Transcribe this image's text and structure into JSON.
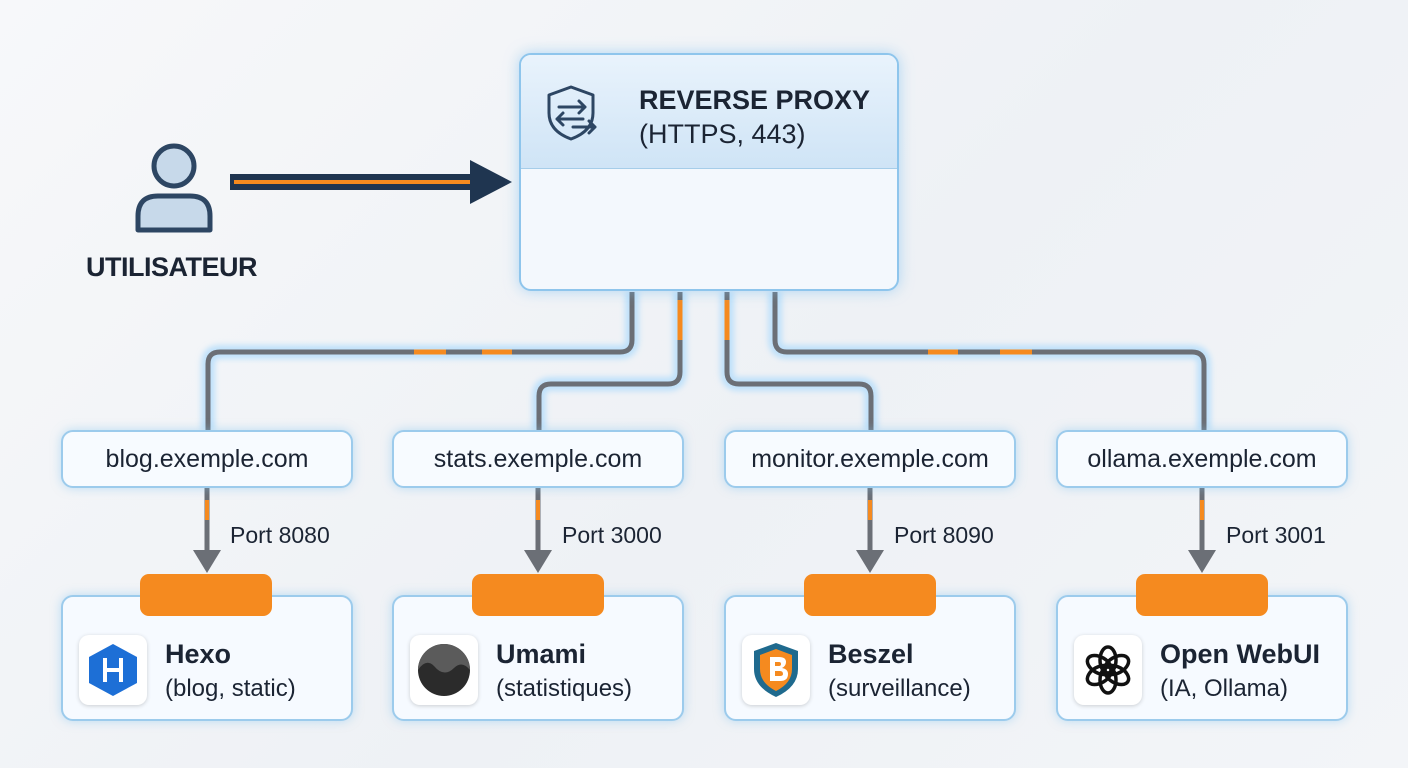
{
  "user": {
    "label": "UTILISATEUR"
  },
  "proxy": {
    "title": "REVERSE PROXY",
    "subtitle": "(HTTPS, 443)"
  },
  "routes": [
    {
      "domain": "blog.exemple.com",
      "port": "Port 8080",
      "name": "Hexo",
      "description": "(blog, static)",
      "logo": "hexo-logo"
    },
    {
      "domain": "stats.exemple.com",
      "port": "Port 3000",
      "name": "Umami",
      "description": "(statistiques)",
      "logo": "umami-logo"
    },
    {
      "domain": "monitor.exemple.com",
      "port": "Port 8090",
      "name": "Beszel",
      "description": "(surveillance)",
      "logo": "beszel-logo"
    },
    {
      "domain": "ollama.exemple.com",
      "port": "Port 3001",
      "name": "Open WebUI",
      "description": "(IA, Ollama)",
      "logo": "openwebui-logo"
    }
  ],
  "colors": {
    "accent": "#f58a1f",
    "arrow": "#1f3550",
    "wire": "#6b6f76",
    "border": "#9ccbec"
  }
}
